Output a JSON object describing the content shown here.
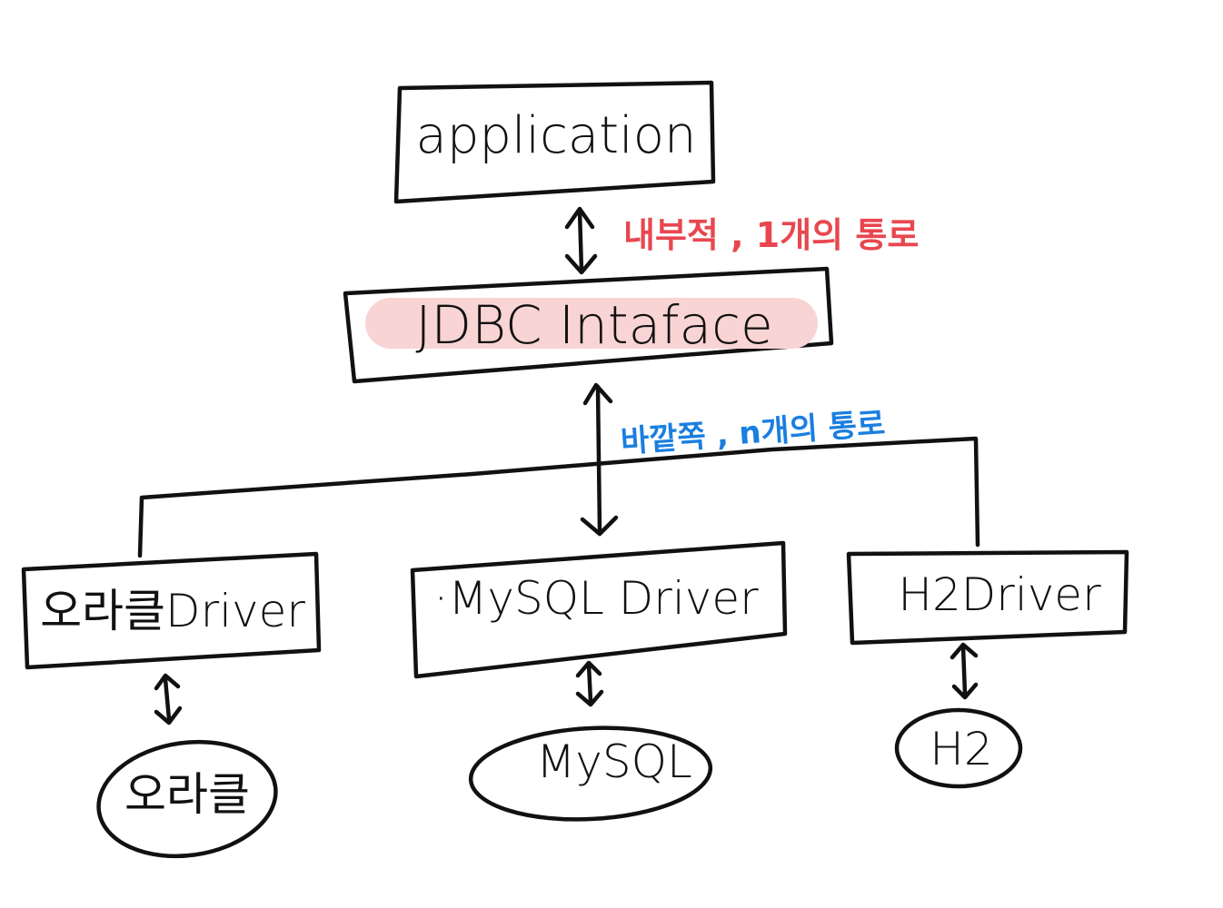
{
  "nodes": {
    "application": "application",
    "jdbc_interface": "JDBC Intaface",
    "oracle_driver": "오라클Driver",
    "mysql_driver": "·MySQL Driver",
    "h2_driver": "H2Driver",
    "oracle_db": "오라클",
    "mysql_db": "MySQL",
    "h2_db": "H2"
  },
  "annotations": {
    "inner": "내부적 , 1개의 통로",
    "outer": "바깥쪽 , n개의 통로"
  },
  "colors": {
    "ink": "#111111",
    "inner_note": "#e8474f",
    "outer_note": "#1a7fe0",
    "highlight": "#f9d4d4"
  }
}
